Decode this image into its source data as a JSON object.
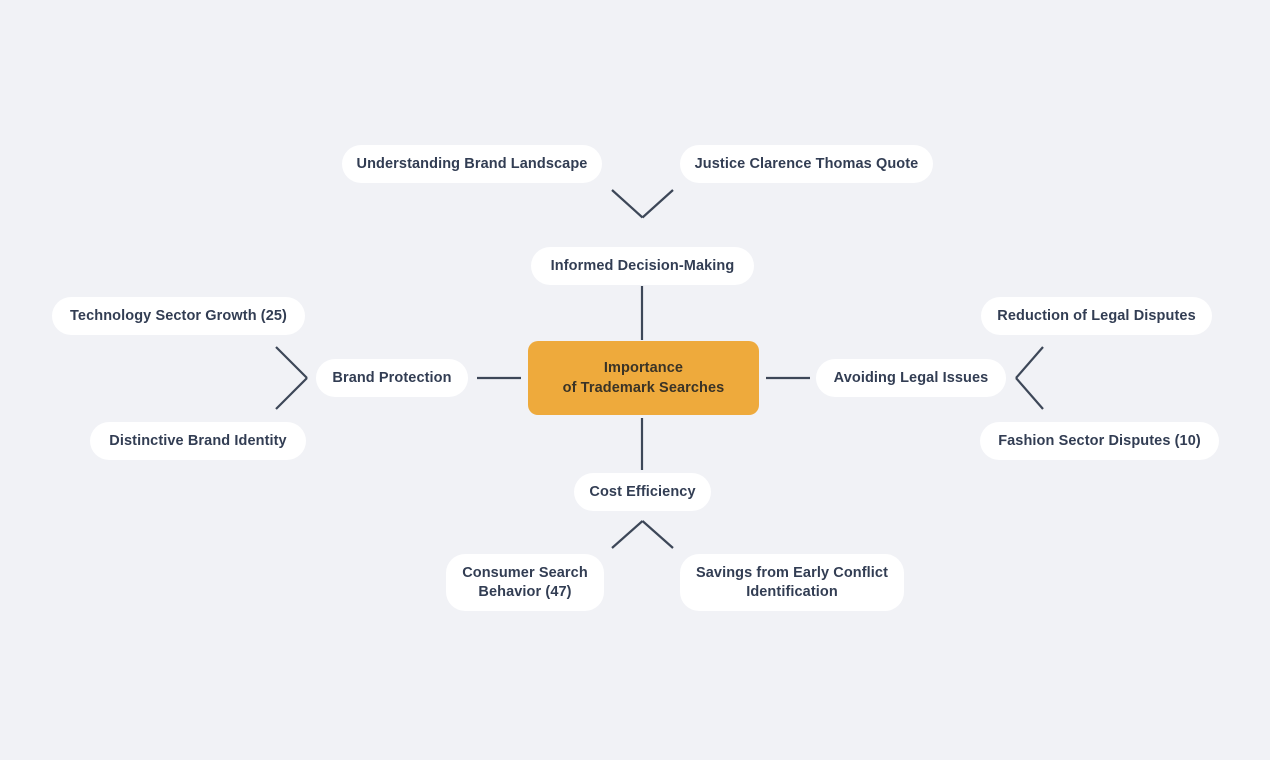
{
  "diagram": {
    "title": "Importance of Trademark Searches Mind Map",
    "background_color": "#f1f2f6",
    "node_fill": "#ffffff",
    "central_fill": "#eeaa3c",
    "text_color": "#323d53",
    "edge_color": "#3d4758"
  },
  "central": {
    "label": "Importance\nof Trademark Searches"
  },
  "branches": {
    "top": {
      "label": "Informed Decision-Making",
      "leaves": [
        {
          "label": "Understanding Brand Landscape"
        },
        {
          "label": "Justice Clarence Thomas Quote"
        }
      ]
    },
    "left": {
      "label": "Brand Protection",
      "leaves": [
        {
          "label": "Technology Sector Growth (25)"
        },
        {
          "label": "Distinctive Brand Identity"
        }
      ]
    },
    "right": {
      "label": "Avoiding Legal Issues",
      "leaves": [
        {
          "label": "Reduction of Legal Disputes"
        },
        {
          "label": "Fashion Sector Disputes (10)"
        }
      ]
    },
    "bottom": {
      "label": "Cost Efficiency",
      "leaves": [
        {
          "label": "Consumer Search\nBehavior (47)"
        },
        {
          "label": "Savings from Early Conflict\nIdentification"
        }
      ]
    }
  }
}
